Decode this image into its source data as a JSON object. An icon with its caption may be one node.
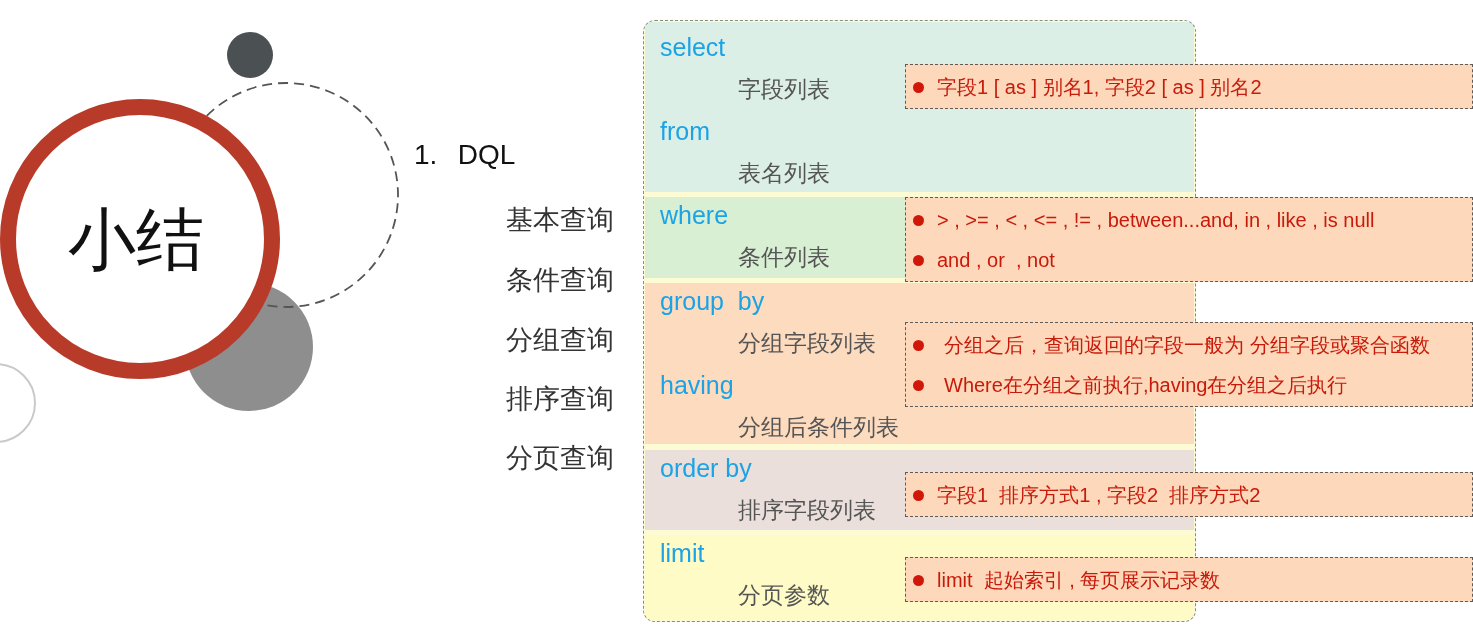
{
  "diagram": {
    "nodes": [
      {
        "text": [],
        "shape": "circle"
      },
      {
        "text": [],
        "shape": "circle"
      },
      {
        "text": [
          "小结"
        ]
      },
      {
        "text": [],
        "shape": "circle"
      },
      {
        "text": [],
        "shape": "circle"
      },
      {
        "text": [],
        "shape": "box"
      },
      {
        "text": [
          "select",
          "字段列表",
          "from",
          "表名列表"
        ],
        "in": 5
      },
      {
        "text": [
          "where",
          "条件列表"
        ],
        "in": 5
      },
      {
        "text": [
          "group  by",
          "分组字段列表",
          "having",
          "分组后条件列表"
        ],
        "in": 5
      },
      {
        "text": [
          "order by",
          "排序字段列表"
        ],
        "in": 5
      },
      {
        "text": [
          "limit",
          "分页参数"
        ],
        "in": 5
      },
      {
        "text": [
          "字段1 [ as ] 别名1, 字段2 [ as ] 别名2"
        ]
      },
      {
        "text": [
          "> , >= , < , <= , != , between...and, in , like , is null",
          "and , or  , not"
        ]
      },
      {
        "text": [
          "分组之后，查询返回的字段一般为 分组字段或聚合函数",
          "Where在分组之前执行,having在分组之后执行"
        ]
      },
      {
        "text": [
          "字段1  排序方式1 , 字段2  排序方式2"
        ]
      },
      {
        "text": [
          "limit  起始索引 , 每页展示记录数"
        ]
      }
    ],
    "labels": [
      "1. DQL",
      "基本查询",
      "条件查询",
      "分组查询",
      "排序查询",
      "分页查询"
    ]
  }
}
